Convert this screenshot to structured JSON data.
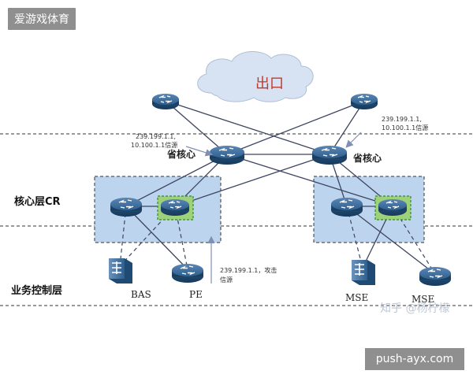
{
  "watermark_top": "爱游戏体育",
  "watermark_bottom": "push-ayx.com",
  "cloud_label": "出口",
  "layers": {
    "core": "核心层CR",
    "service": "业务控制层"
  },
  "nodes": {
    "province_core_left": "省核心",
    "province_core_right": "省核心",
    "bas": "BAS",
    "pe": "PE",
    "mse_left": "MSE",
    "mse_right": "MSE"
  },
  "annotations": {
    "left": [
      "239.199.1.1,",
      "10.100.1.1信源"
    ],
    "right": [
      "239.199.1.1,",
      "10.100.1.1信源"
    ],
    "attack": [
      "239.199.1.1，攻击",
      "信源"
    ]
  },
  "zhihu_credit": "知乎 @杨柠檬",
  "colors": {
    "cloud": "#d7e3f2",
    "cr_box": "#bcd4ee",
    "router": "#2f5f8e",
    "highlight": "#2d8a35",
    "line": "#3d4560",
    "arrow": "#8fa0c0"
  }
}
